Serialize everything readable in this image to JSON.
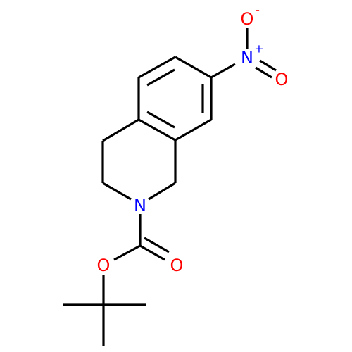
{
  "colors": {
    "bond": "#000000",
    "nitrogen": "#0000ff",
    "oxygen": "#ff0000",
    "background": "#ffffff"
  },
  "atoms": {
    "nitro_o_top": {
      "symbol": "O",
      "charge": "-",
      "color": "oxygen"
    },
    "nitro_n": {
      "symbol": "N",
      "charge": "+",
      "color": "nitrogen"
    },
    "nitro_o_right": {
      "symbol": "O",
      "charge": "",
      "color": "oxygen"
    },
    "ring_n": {
      "symbol": "N",
      "charge": "",
      "color": "nitrogen"
    },
    "ester_o": {
      "symbol": "O",
      "charge": "",
      "color": "oxygen"
    },
    "carbonyl_o": {
      "symbol": "O",
      "charge": "",
      "color": "oxygen"
    }
  }
}
